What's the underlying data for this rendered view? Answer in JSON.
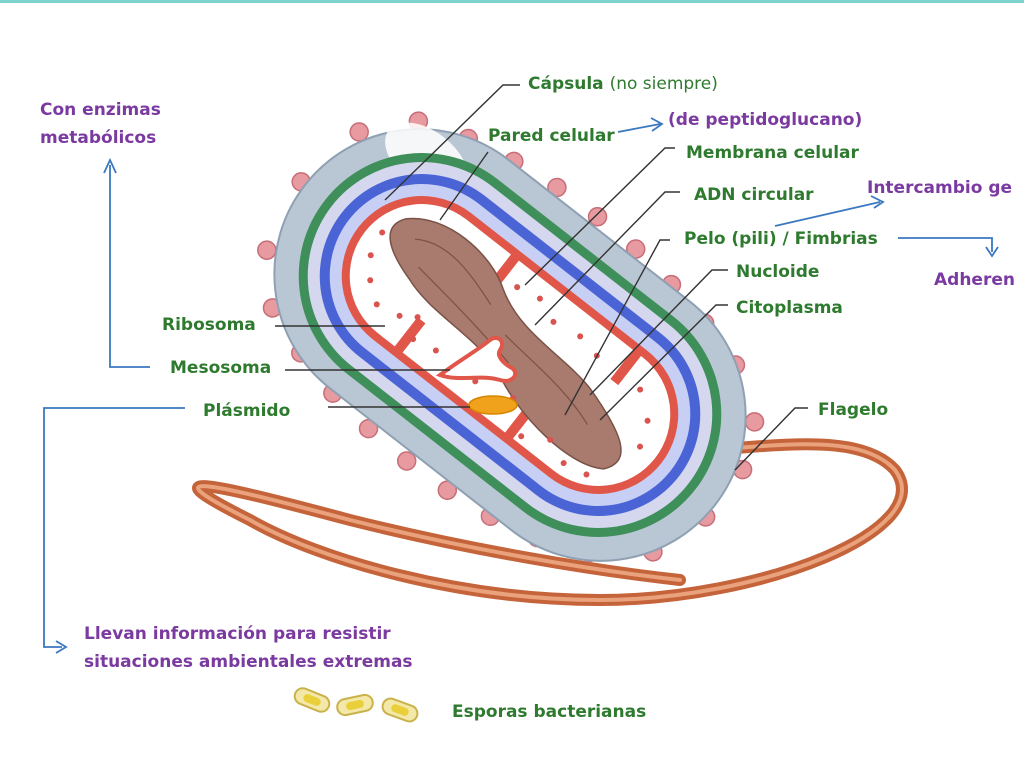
{
  "labels": {
    "capsula": "Cápsula",
    "capsula_note": "(no siempre)",
    "pared": "Pared celular",
    "peptidoglucano": "(de peptidoglucano)",
    "membrana": "Membrana celular",
    "adn": "ADN circular",
    "pelo": "Pelo (pili) / Fimbrias",
    "intercambio": "Intercambio ge",
    "adherencia": "Adheren",
    "nucleoide": "Nucloide",
    "citoplasma": "Citoplasma",
    "flagelo": "Flagelo",
    "ribosoma": "Ribosoma",
    "mesosoma": "Mesosoma",
    "plasmido": "Plásmido",
    "enzimas_1": "Con enzimas",
    "enzimas_2": "metabólicos",
    "llevan_1": "Llevan información para resistir",
    "llevan_2": "situaciones ambientales extremas",
    "esporas": "Esporas bacterianas"
  },
  "colors": {
    "label_green": "#2e7a2e",
    "label_purple": "#7a3aa0",
    "arrow_blue": "#3a78c0",
    "capsule": "#b9c6d3",
    "wall_green": "#3f8f5a",
    "membrane_blue": "#4a64d6",
    "membrane_red": "#e0574a",
    "cytoplasm": "#ffffff",
    "dna": "#a97a6e",
    "flagellum": "#c5643a",
    "plasmid": "#f0a21c",
    "spore": "#e9cf3a"
  }
}
